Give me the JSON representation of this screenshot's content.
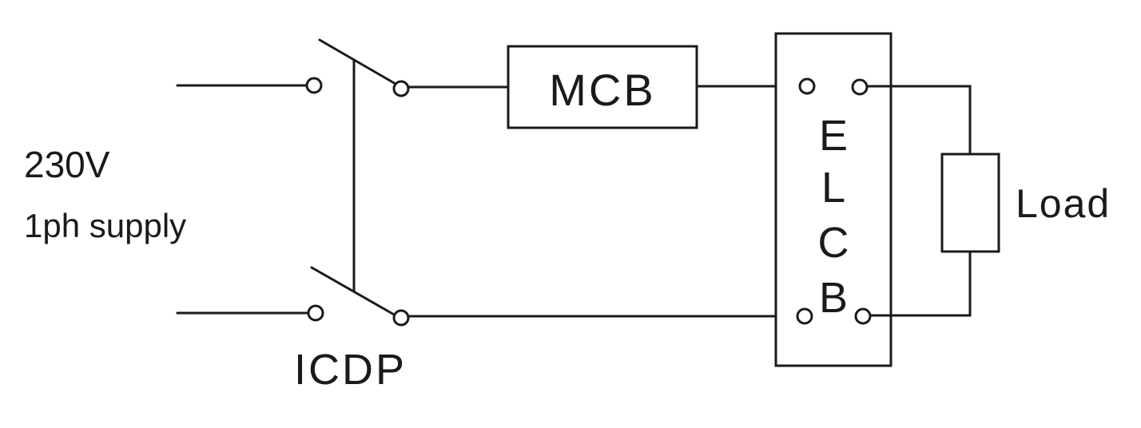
{
  "supply": {
    "voltage": "230V",
    "phase": "1ph supply"
  },
  "switch": {
    "label": "ICDP"
  },
  "mcb": {
    "label": "MCB"
  },
  "elcb": {
    "letters": [
      "E",
      "L",
      "C",
      "B"
    ]
  },
  "load": {
    "label": "Load"
  },
  "colors": {
    "stroke": "#1a1a1a",
    "background": "#ffffff"
  }
}
